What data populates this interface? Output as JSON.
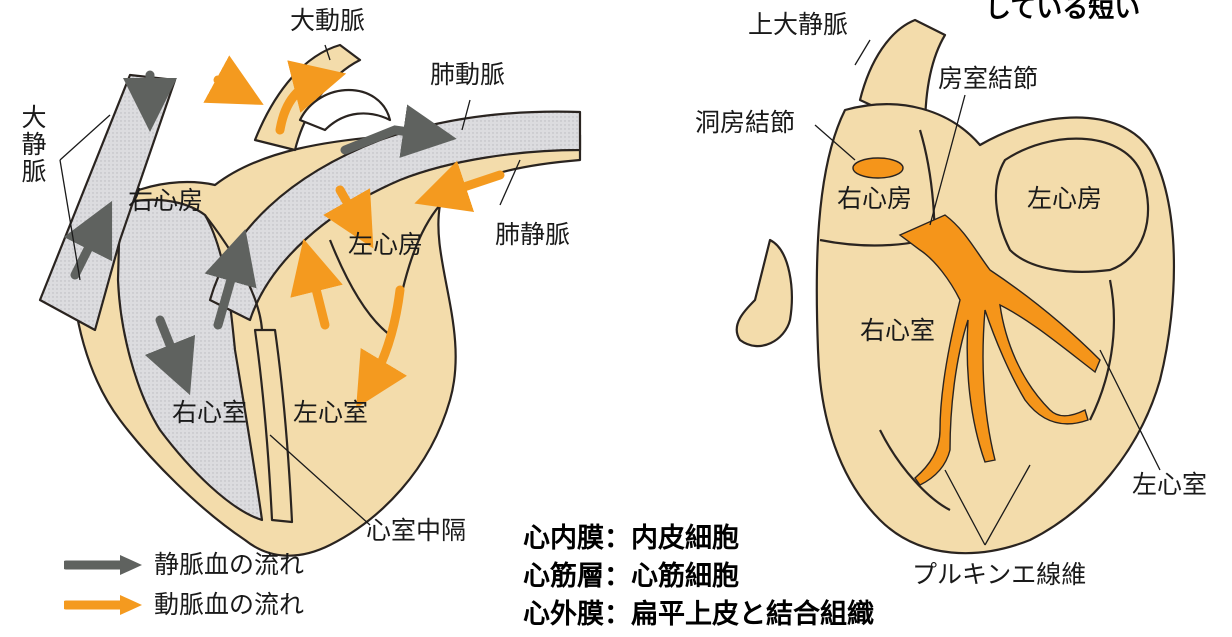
{
  "top_cut_text": "している短い",
  "left_heart": {
    "labels": {
      "aorta": "大動脈",
      "pulmonary_artery": "肺動脈",
      "vena_cava": "大静脈",
      "right_atrium": "右心房",
      "left_atrium": "左心房",
      "pulmonary_vein": "肺静脈",
      "right_ventricle": "右心室",
      "left_ventricle": "左心室",
      "septum": "心室中隔"
    },
    "legend": [
      {
        "label": "静脈血の流れ",
        "color": "#5f625f"
      },
      {
        "label": "動脈血の流れ",
        "color": "#f49a1f"
      }
    ]
  },
  "right_heart": {
    "labels": {
      "superior_vena_cava": "上大静脈",
      "av_node": "房室結節",
      "sa_node": "洞房結節",
      "right_atrium": "右心房",
      "left_atrium": "左心房",
      "right_ventricle": "右心室",
      "left_ventricle": "左心室",
      "purkinje": "プルキンエ線維"
    }
  },
  "layers": [
    "心内膜：内皮細胞",
    "心筋層：心筋細胞",
    "心外膜：扁平上皮と結合組織"
  ],
  "colors": {
    "tissue": "#f3dcab",
    "tissue_edge": "#2a2420",
    "venous_fill": "#d9d9dc",
    "conduction": "#f5951a"
  }
}
